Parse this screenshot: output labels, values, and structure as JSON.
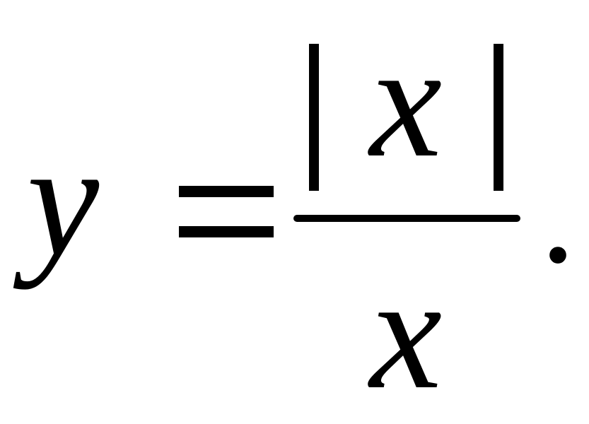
{
  "formula": {
    "lhs": "y",
    "equals": "=",
    "numerator_var": "x",
    "denominator_var": "x",
    "period": ".",
    "color": "#000000"
  }
}
